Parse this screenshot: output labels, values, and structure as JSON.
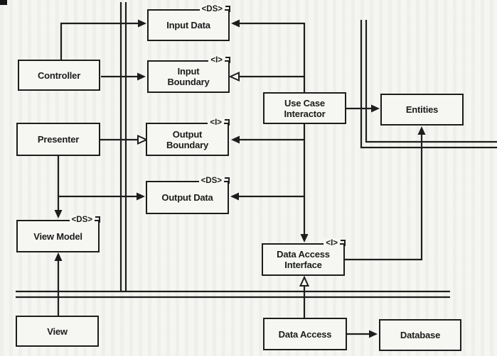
{
  "diagram": {
    "name": "clean-architecture-typical-scenario",
    "colors": {
      "line": "#1d1d1d",
      "background": "#f5f5f2",
      "box_fill": "#f6f6f3"
    },
    "nodes": {
      "controller": {
        "label": "Controller"
      },
      "presenter": {
        "label": "Presenter"
      },
      "view_model": {
        "label": "View Model",
        "tag": "<DS>"
      },
      "view": {
        "label": "View"
      },
      "input_data": {
        "label": "Input Data",
        "tag": "<DS>"
      },
      "input_boundary": {
        "label": "Input Boundary",
        "tag": "<I>"
      },
      "output_boundary": {
        "label": "Output Boundary",
        "tag": "<I>"
      },
      "output_data": {
        "label": "Output Data",
        "tag": "<DS>"
      },
      "use_case_interactor": {
        "label": "Use Case Interactor"
      },
      "entities": {
        "label": "Entities"
      },
      "data_access_interface": {
        "label": "Data Access Interface",
        "tag": "<I>"
      },
      "data_access": {
        "label": "Data Access"
      },
      "database": {
        "label": "Database"
      }
    },
    "edges": [
      {
        "from": "controller",
        "to": "input_data",
        "head": "solid"
      },
      {
        "from": "controller",
        "to": "input_boundary",
        "head": "solid"
      },
      {
        "from": "use_case_interactor",
        "to": "input_data",
        "head": "solid"
      },
      {
        "from": "use_case_interactor",
        "to": "input_boundary",
        "head": "hollow"
      },
      {
        "from": "presenter",
        "to": "output_boundary",
        "head": "hollow"
      },
      {
        "from": "presenter",
        "to": "output_data",
        "head": "solid"
      },
      {
        "from": "presenter",
        "to": "view_model",
        "head": "solid"
      },
      {
        "from": "use_case_interactor",
        "to": "output_boundary",
        "head": "solid"
      },
      {
        "from": "use_case_interactor",
        "to": "output_data",
        "head": "solid"
      },
      {
        "from": "use_case_interactor",
        "to": "data_access_interface",
        "head": "solid"
      },
      {
        "from": "use_case_interactor",
        "to": "entities",
        "head": "solid"
      },
      {
        "from": "data_access_interface",
        "to": "entities",
        "head": "solid"
      },
      {
        "from": "view",
        "to": "view_model",
        "head": "solid"
      },
      {
        "from": "data_access",
        "to": "data_access_interface",
        "head": "hollow"
      },
      {
        "from": "data_access",
        "to": "database",
        "head": "solid"
      }
    ],
    "boundaries": [
      "vertical-double-line-left",
      "horizontal-double-line-bottom",
      "l-shaped-double-line-right"
    ]
  }
}
